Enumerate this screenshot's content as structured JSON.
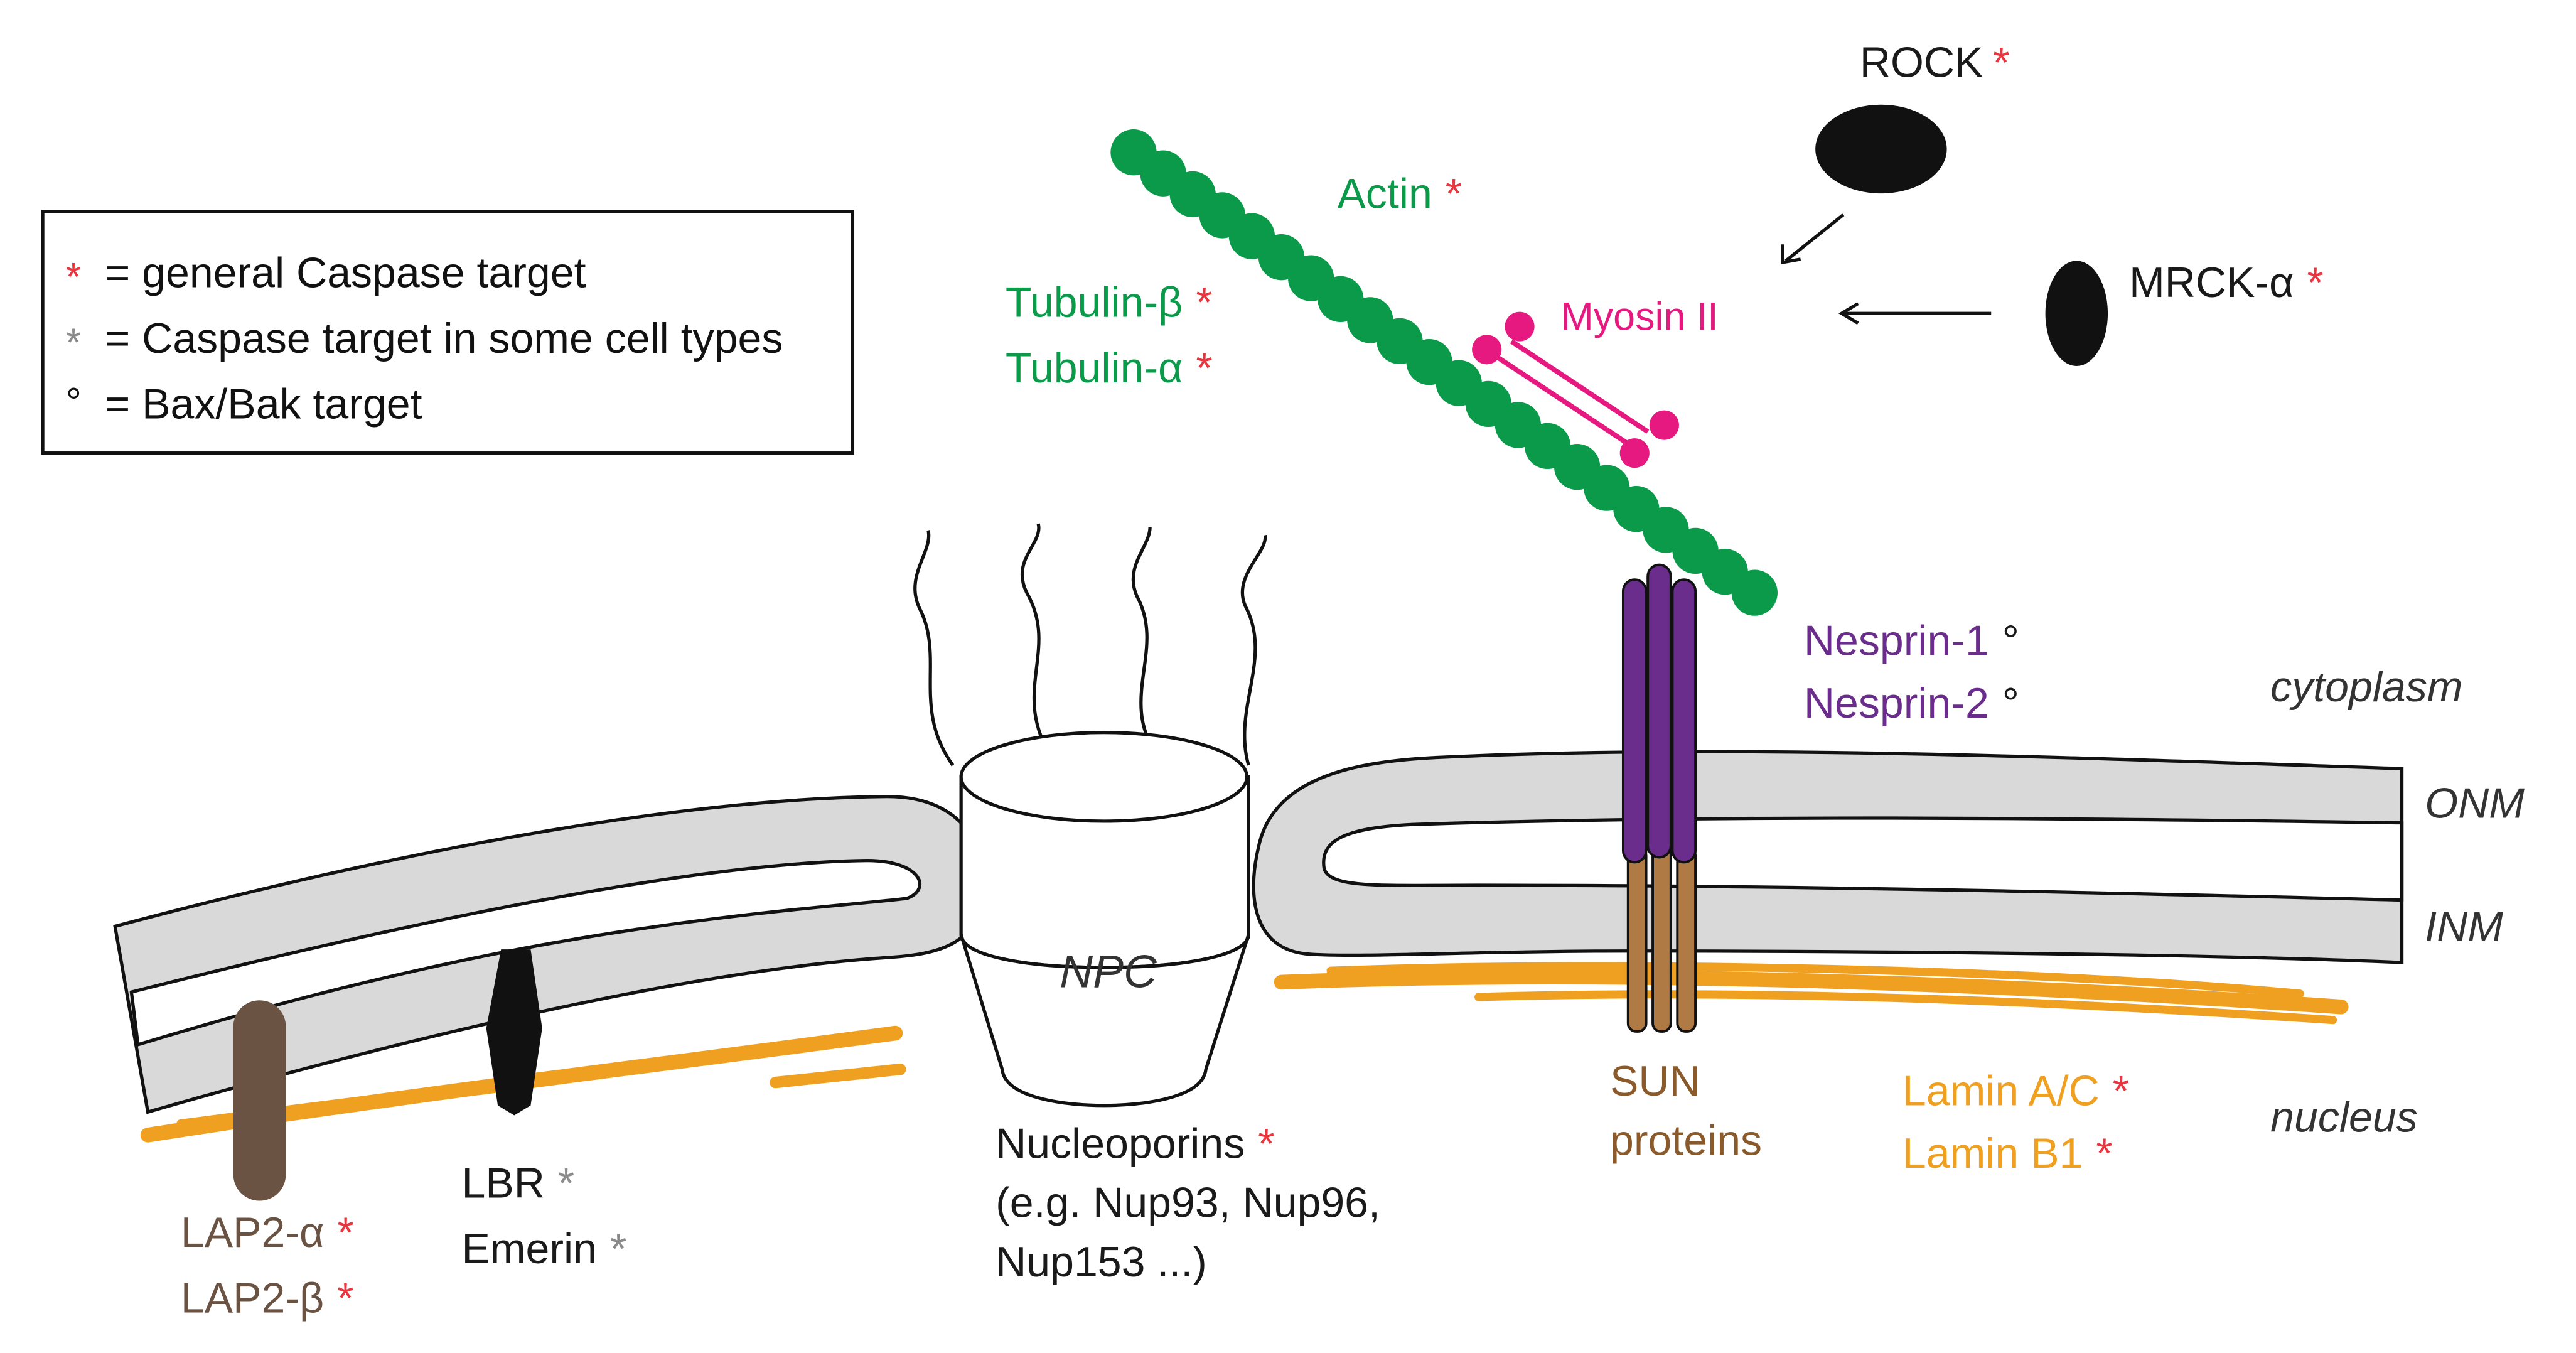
{
  "legend": {
    "items": [
      {
        "symbol": "*",
        "symbol_color": "#e8353f",
        "text": "= general Caspase target"
      },
      {
        "symbol": "*",
        "symbol_color": "#8a8a8a",
        "text": "= Caspase target in some cell types"
      },
      {
        "symbol": "°",
        "symbol_color": "#111111",
        "text": "= Bax/Bak target"
      }
    ]
  },
  "labels": {
    "rock": "ROCK",
    "mrck": "MRCK-α",
    "actin": "Actin",
    "tubulin_b": "Tubulin-β",
    "tubulin_a": "Tubulin-α",
    "myosin": "Myosin II",
    "nesprin1": "Nesprin-1",
    "nesprin2": "Nesprin-2",
    "cytoplasm": "cytoplasm",
    "onm": "ONM",
    "inm": "INM",
    "npc": "NPC",
    "nucleus": "nucleus",
    "nucleoporins": "Nucleoporins",
    "nucleoporins_eg1": "(e.g. Nup93, Nup96,",
    "nucleoporins_eg2": "Nup153 ...)",
    "sun1": "SUN",
    "sun2": "proteins",
    "lamin_ac": "Lamin A/C",
    "lamin_b1": "Lamin B1",
    "lbr": "LBR",
    "emerin": "Emerin",
    "lap2a": "LAP2-α",
    "lap2b": "LAP2-β"
  },
  "markers": {
    "general": "*",
    "some": "*",
    "baxbak": "°"
  },
  "colors": {
    "general_star": "#e8353f",
    "some_star": "#8a8a8a",
    "actin": "#0a9a4a",
    "myosin": "#e5197f",
    "nesprin": "#6a2d8c",
    "sun": "#b07a45",
    "lamina": "#f0a020",
    "lap2": "#6b5344",
    "membrane": "#d9d9d9",
    "text_dark": "#1a1a1a"
  }
}
